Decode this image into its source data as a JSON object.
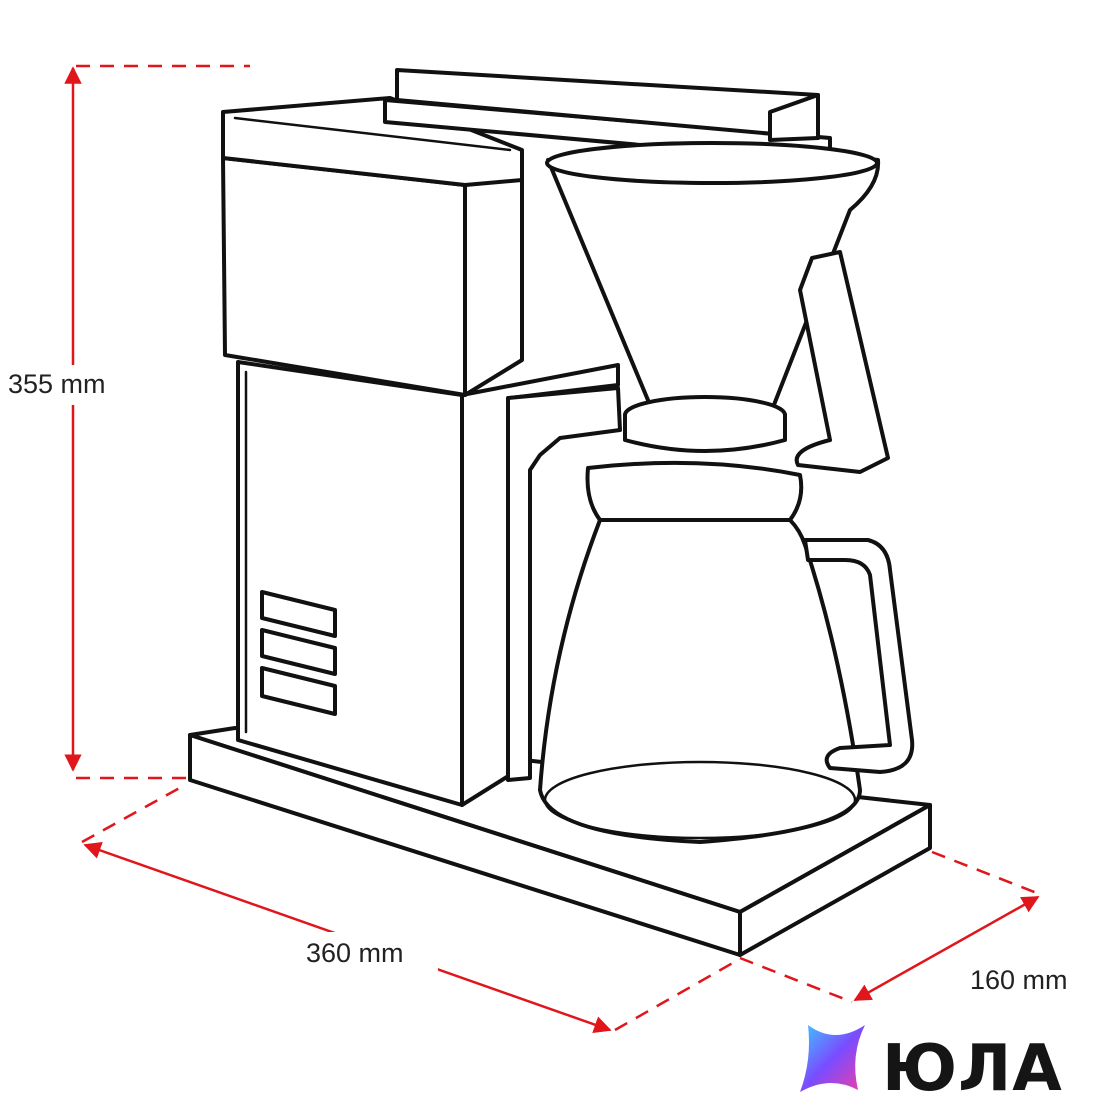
{
  "dimensions": {
    "height_label": "355 mm",
    "width_label": "360 mm",
    "depth_label": "160 mm"
  },
  "brand": {
    "name": "ЮЛА",
    "logo_icon": "yula-gradient-star-icon",
    "logo_colors": [
      "#f23ea3",
      "#7a4cff",
      "#3ec8ff"
    ]
  },
  "colors": {
    "dimension_lines": "#e0161b",
    "outline": "#111111"
  }
}
